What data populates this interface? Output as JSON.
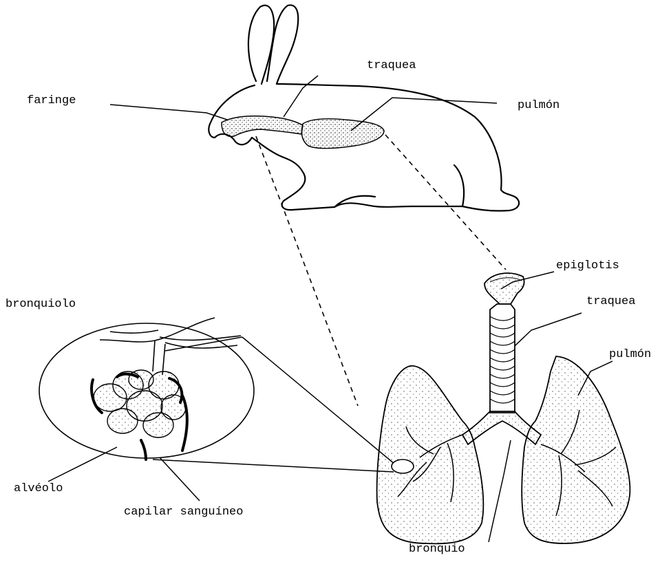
{
  "labels": {
    "faringe": "faringe",
    "traquea_top": "traquea",
    "pulmon_top": "pulmón",
    "epiglotis": "epiglotis",
    "traquea_bottom": "traquea",
    "pulmon_bottom": "pulmón",
    "bronquiolo": "bronquiolo",
    "alveolo": "alvéolo",
    "capilar": "capilar sanguíneo",
    "bronquio": "bronquio"
  }
}
